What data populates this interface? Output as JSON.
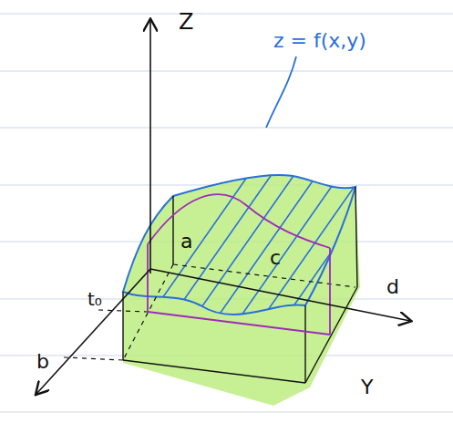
{
  "diagram": {
    "labels": [
      "Z",
      "z = f(x,y)",
      "a",
      "b",
      "t₀",
      "c",
      "d",
      "Y"
    ]
  }
}
